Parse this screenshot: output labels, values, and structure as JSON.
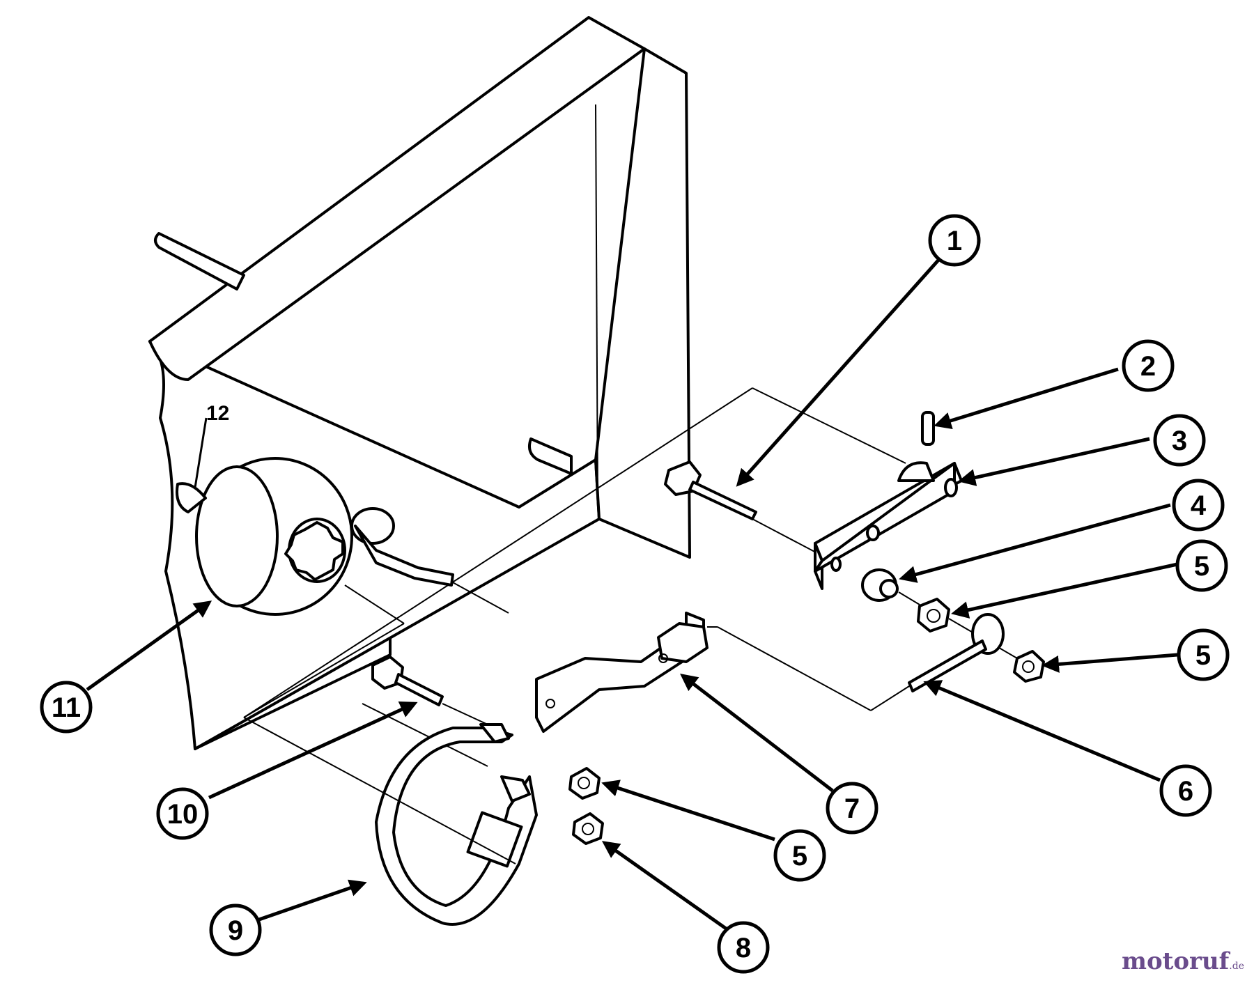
{
  "diagram": {
    "callouts": [
      {
        "id": "callout-1",
        "number": "1"
      },
      {
        "id": "callout-2",
        "number": "2"
      },
      {
        "id": "callout-3",
        "number": "3"
      },
      {
        "id": "callout-4",
        "number": "4"
      },
      {
        "id": "callout-5a",
        "number": "5"
      },
      {
        "id": "callout-5b",
        "number": "5"
      },
      {
        "id": "callout-5c",
        "number": "5"
      },
      {
        "id": "callout-6",
        "number": "6"
      },
      {
        "id": "callout-7",
        "number": "7"
      },
      {
        "id": "callout-8",
        "number": "8"
      },
      {
        "id": "callout-9",
        "number": "9"
      },
      {
        "id": "callout-10",
        "number": "10"
      },
      {
        "id": "callout-11",
        "number": "11"
      }
    ],
    "label_12": "12"
  },
  "watermark": {
    "main": "motoruf",
    "tld": ".de"
  }
}
